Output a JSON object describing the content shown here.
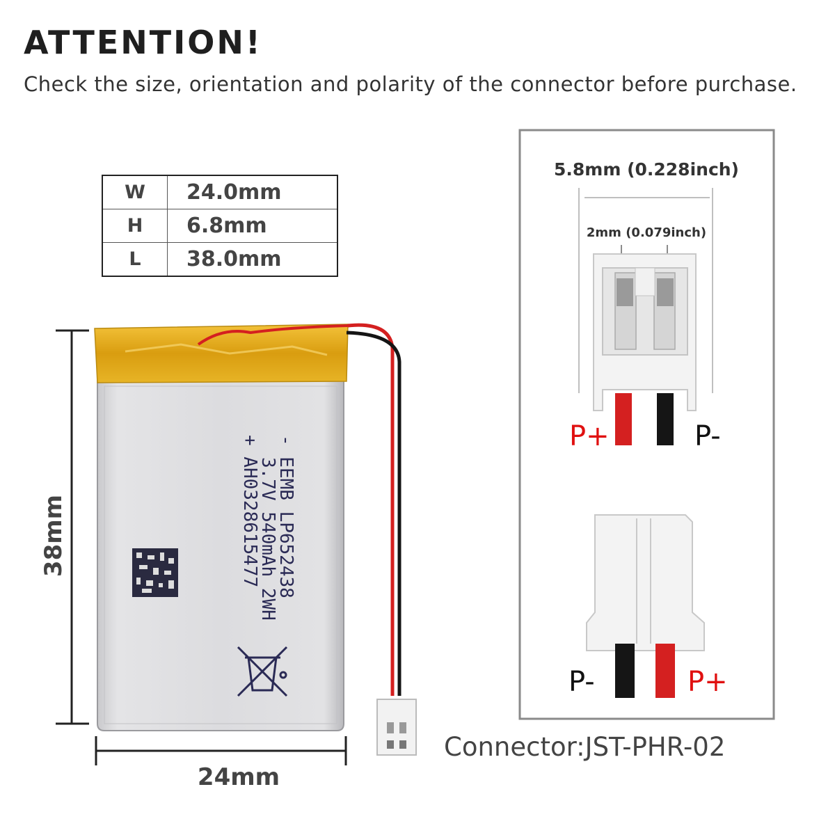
{
  "header": {
    "title": "ATTENTION!",
    "subtitle": "Check the size, orientation and polarity of the connector before purchase."
  },
  "spec_table": [
    {
      "key": "W",
      "value": "24.0mm"
    },
    {
      "key": "H",
      "value": "6.8mm"
    },
    {
      "key": "L",
      "value": "38.0mm"
    }
  ],
  "battery": {
    "length_label": "38mm",
    "width_label": "24mm",
    "print_line1": "- EEMB LP652438",
    "print_line2": "3.7V 540mAh 2WH",
    "print_line3": "+ AH0328615477"
  },
  "connector": {
    "label": "Connector:JST-PHR-02",
    "outer_dim": "5.8mm (0.228inch)",
    "pitch_dim": "2mm (0.079inch)",
    "top_view_left": "P+",
    "top_view_right": "P-",
    "side_view_left": "P-",
    "side_view_right": "P+"
  },
  "colors": {
    "positive": "#e01010",
    "negative": "#111111",
    "wire_red": "#d42020",
    "wire_black": "#151515",
    "tape": "#e8b21c",
    "cell": "#d9d9dc"
  }
}
